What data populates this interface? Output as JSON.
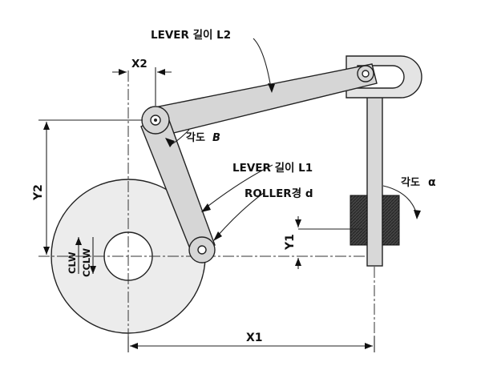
{
  "labels": {
    "lever_l2": "LEVER 길이 L2",
    "angle_b_prefix": "각도",
    "angle_b_symbol": "B",
    "lever_l1": "LEVER 길이 L1",
    "roller": "ROLLER경  d",
    "angle_a_prefix": "각도",
    "angle_a_symbol": "α",
    "x1": "X1",
    "x2": "X2",
    "y1": "Y1",
    "y2": "Y2",
    "clw": "CLW",
    "cclw": "CCLW"
  },
  "colors": {
    "line": "#222222",
    "lever_fill": "#d6d6d6",
    "cam_fill": "#ececec",
    "guide_block": "#3a3a3a"
  },
  "icons": {
    "cam": "cam-disc-icon",
    "lever": "lever-arm-icon",
    "pivot": "pivot-pin-icon",
    "roller": "roller-icon",
    "yoke": "yoke-bracket-icon"
  }
}
